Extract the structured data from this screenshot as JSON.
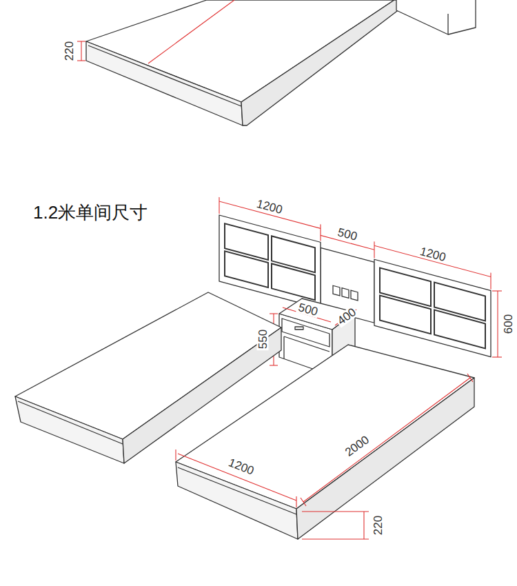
{
  "diagram": {
    "title": "1.2米单间尺寸",
    "labels": [
      "220",
      "1200",
      "500",
      "1200",
      "600",
      "500",
      "400",
      "550",
      "2000",
      "1200",
      "220"
    ]
  }
}
